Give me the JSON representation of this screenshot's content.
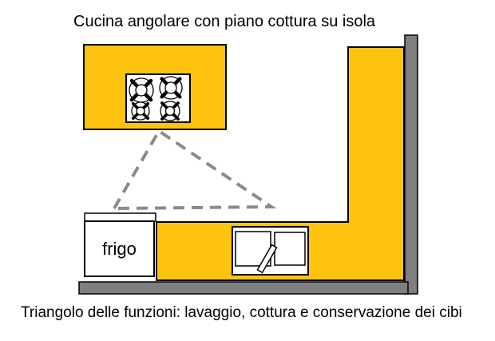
{
  "diagram": {
    "title_top": "Cucina angolare con piano cottura su isola",
    "caption_bottom": "Triangolo delle funzioni: lavaggio, cottura e conservazione dei cibi",
    "fridge_label": "frigo"
  },
  "colors": {
    "counter_yellow": "#FDC30E",
    "wall_gray": "#7F7F7F",
    "triangle_gray": "#8A8A8A",
    "outline_black": "#000000",
    "fixture_white": "#FFFFFF"
  }
}
